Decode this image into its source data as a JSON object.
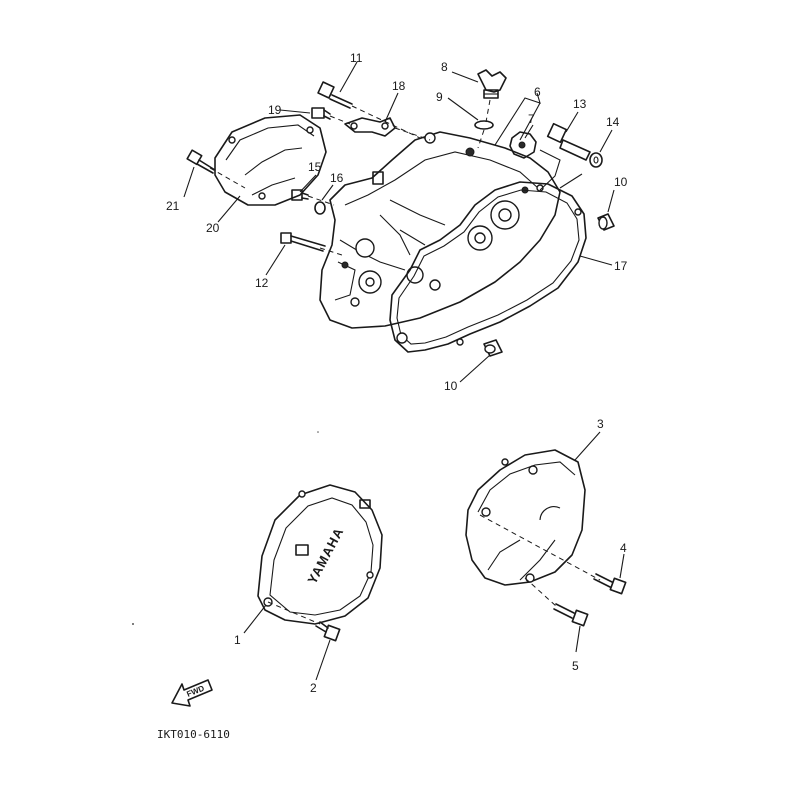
{
  "callouts": {
    "c1": "1",
    "c2": "2",
    "c3": "3",
    "c4": "4",
    "c5": "5",
    "c6": "6",
    "c7": "7",
    "c8": "8",
    "c9": "9",
    "c10a": "10",
    "c10b": "10",
    "c11": "11",
    "c12": "12",
    "c13": "13",
    "c14": "14",
    "c15": "15",
    "c16": "16",
    "c17": "17",
    "c18": "18",
    "c19": "19",
    "c20": "20",
    "c21": "21"
  },
  "cover_brand": "YAMAHA",
  "fwd_label": "FWD",
  "diagram_code": "IKT010-6110"
}
